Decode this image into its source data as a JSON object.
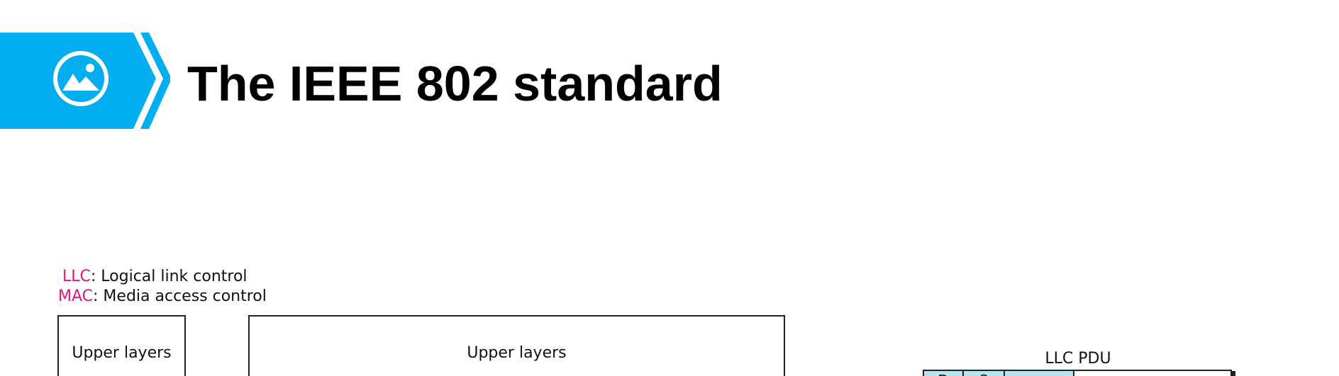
{
  "header": {
    "title": "The IEEE 802 standard",
    "icon": "image-icon",
    "accent_color": "#00adef"
  },
  "legend": [
    {
      "abbr": "LLC",
      "desc": ": Logical link control"
    },
    {
      "abbr": "MAC",
      "desc": ": Media access control"
    }
  ],
  "legend_abbr_color": "#e0157f",
  "diagram": {
    "osi_upper_label": "Upper layers",
    "ieee_upper_label": "Upper layers",
    "pdu": {
      "title": "LLC PDU",
      "fields": [
        "D",
        "S",
        ""
      ],
      "field_color": "#b9e3ef"
    }
  }
}
